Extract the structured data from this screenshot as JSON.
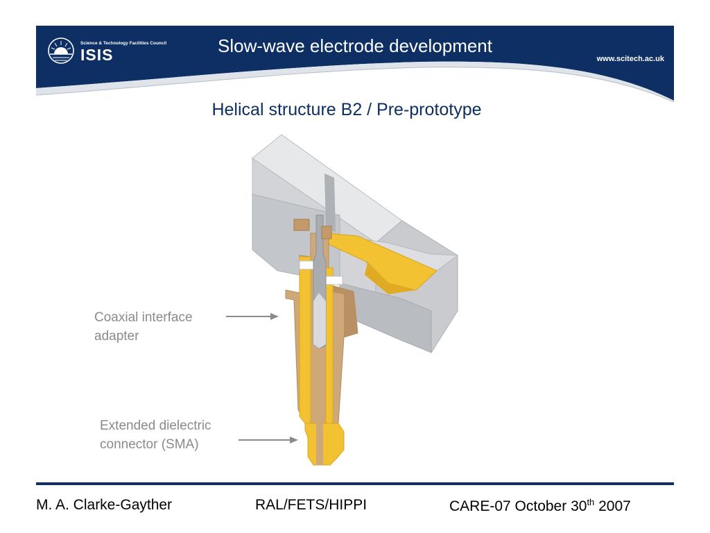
{
  "header": {
    "council": "Science & Technology Facilities Council",
    "logo_text": "ISIS",
    "title": "Slow-wave electrode development",
    "url": "www.scitech.ac.uk"
  },
  "subtitle": "Helical structure B2 / Pre-prototype",
  "labels": {
    "coax_line1": "Coaxial interface",
    "coax_line2": "adapter",
    "sma_line1": "Extended dielectric",
    "sma_line2": "connector (SMA)"
  },
  "footer": {
    "author": "M. A. Clarke-Gayther",
    "organization": "RAL/FETS/HIPPI",
    "event_prefix": "CARE-07 October 30",
    "event_superscript": "th",
    "event_suffix": " 2007"
  },
  "colors": {
    "navy": "#0d2f63",
    "label_grey": "#8a8a8a",
    "gold": "#f2c232",
    "bronze": "#cfa87a",
    "steel": "#c9cbcf"
  },
  "icons": {
    "logo": "isis-sunburst-icon",
    "arrow": "arrow-right-icon"
  }
}
